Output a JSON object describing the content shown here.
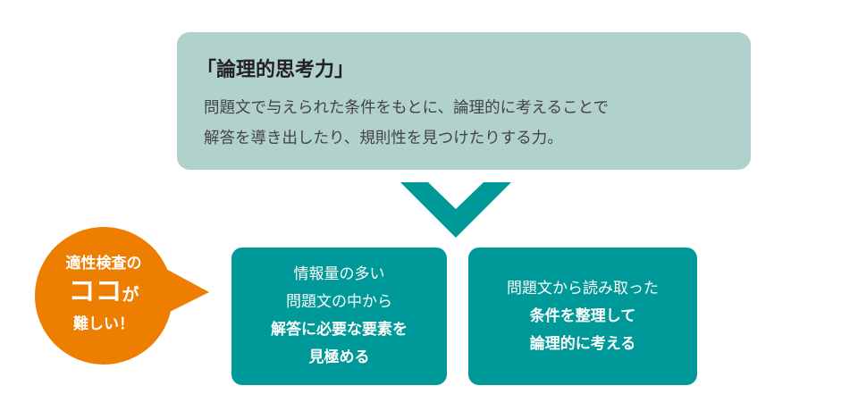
{
  "top": {
    "title": "「論理的思考力」",
    "desc_line1": "問題文で与えられた条件をもとに、論理的に考えることで",
    "desc_line2": "解答を導き出したり、規則性を見つけたりする力。"
  },
  "left_box": {
    "line1": "情報量の多い",
    "line2": "問題文の中から",
    "line3": "解答に必要な要素を",
    "line4": "見極める"
  },
  "right_box": {
    "line1": "問題文から読み取った",
    "line2": "条件を整理して",
    "line3": "論理的に考える"
  },
  "bubble": {
    "line1": "適性検査の",
    "line2_big": "ココ",
    "line2_small": "が",
    "line3": "難しい！"
  },
  "colors": {
    "top_box": "#b1d1cc",
    "teal": "#00999a",
    "orange": "#ee7e00"
  }
}
